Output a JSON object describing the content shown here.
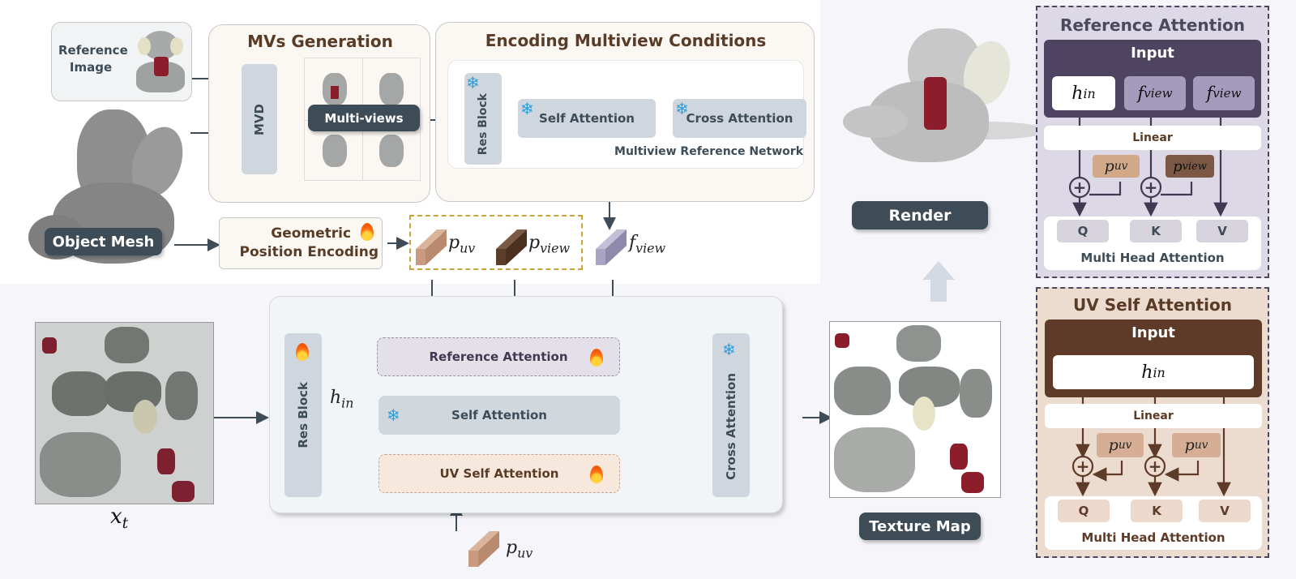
{
  "top": {
    "reference_image_label": "Reference Image",
    "object_mesh_label": "Object Mesh",
    "mvs_generation_title": "MVs Generation",
    "mvd_label": "MVD",
    "multi_views_label": "Multi-views",
    "encoding_title": "Encoding Multiview Conditions",
    "res_block_label": "Res Block",
    "self_attention_label": "Self Attention",
    "cross_attention_label": "Cross Attention",
    "reference_network_label": "Multiview Reference Network",
    "geo_encoding_line1": "Geometric",
    "geo_encoding_line2": "Position Encoding"
  },
  "symbols": {
    "p": "p",
    "uv": "uv",
    "view": "view",
    "f": "f",
    "h": "h",
    "in": "in",
    "x": "x",
    "t": "t"
  },
  "unet": {
    "res_block_label": "Res Block",
    "reference_attention_label": "Reference Attention",
    "self_attention_label": "Self Attention",
    "uv_self_attention_label": "UV Self Attention",
    "cross_attention_label": "Cross Attention",
    "plus": "+"
  },
  "right": {
    "render_label": "Render",
    "texture_map_label": "Texture Map"
  },
  "ref_attention_panel": {
    "title": "Reference Attention",
    "input_label": "Input",
    "linear_label": "Linear",
    "q": "Q",
    "k": "K",
    "v": "V",
    "mha_label": "Multi Head Attention",
    "plus": "+"
  },
  "uv_attention_panel": {
    "title": "UV Self Attention",
    "input_label": "Input",
    "linear_label": "Linear",
    "q": "Q",
    "k": "K",
    "v": "V",
    "mha_label": "Multi Head Attention",
    "plus": "+"
  },
  "colors": {
    "dark_slate": "#3e4c57",
    "brown_title": "#5a3b26",
    "puv": "#c99a80",
    "pview": "#5c3d2a",
    "fview": "#a9a4c4",
    "ref_panel_dark": "#4e4462",
    "uv_panel_dark": "#5e3b28",
    "snow": "#2a9fe0",
    "fire": "#f25a0a"
  }
}
